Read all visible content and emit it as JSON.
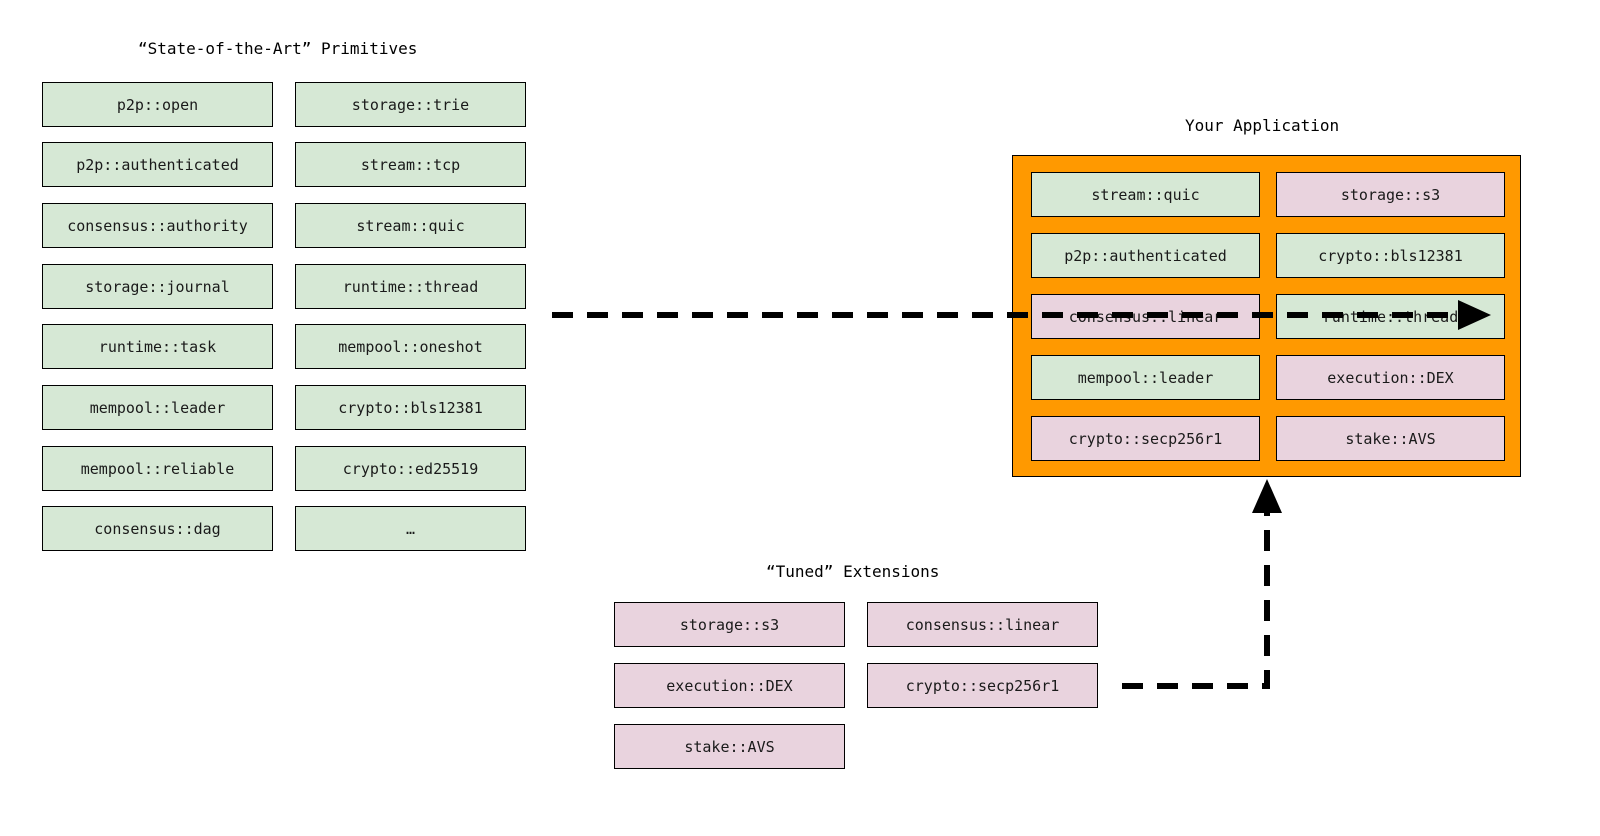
{
  "diagram": {
    "background": "#ffffff",
    "colors": {
      "primitive_fill": "#d6e8d5",
      "extension_fill": "#e9d3de",
      "application_fill": "#ff9900",
      "stroke": "#000000"
    },
    "sections": {
      "primitives": {
        "title": "“State-of-the-Art” Primitives",
        "column_1": [
          "p2p::open",
          "p2p::authenticated",
          "consensus::authority",
          "storage::journal",
          "runtime::task",
          "mempool::leader",
          "mempool::reliable",
          "consensus::dag"
        ],
        "column_2": [
          "storage::trie",
          "stream::tcp",
          "stream::quic",
          "runtime::thread",
          "mempool::oneshot",
          "crypto::bls12381",
          "crypto::ed25519",
          "…"
        ]
      },
      "application": {
        "title": "Your Application",
        "column_1": [
          {
            "label": "stream::quic",
            "kind": "primitive"
          },
          {
            "label": "p2p::authenticated",
            "kind": "primitive"
          },
          {
            "label": "consensus::linear",
            "kind": "extension"
          },
          {
            "label": "mempool::leader",
            "kind": "primitive"
          },
          {
            "label": "crypto::secp256r1",
            "kind": "extension"
          }
        ],
        "column_2": [
          {
            "label": "storage::s3",
            "kind": "extension"
          },
          {
            "label": "crypto::bls12381",
            "kind": "primitive"
          },
          {
            "label": "runtime::thread",
            "kind": "primitive"
          },
          {
            "label": "execution::DEX",
            "kind": "extension"
          },
          {
            "label": "stake::AVS",
            "kind": "extension"
          }
        ]
      },
      "extensions": {
        "title": "“Tuned” Extensions",
        "column_1": [
          "storage::s3",
          "execution::DEX",
          "stake::AVS"
        ],
        "column_2": [
          "consensus::linear",
          "crypto::secp256r1"
        ]
      }
    },
    "connectors": [
      {
        "name": "primitives-to-application",
        "style": "dashed",
        "direction": "right"
      },
      {
        "name": "extensions-to-application",
        "style": "dashed",
        "direction": "up"
      }
    ]
  }
}
